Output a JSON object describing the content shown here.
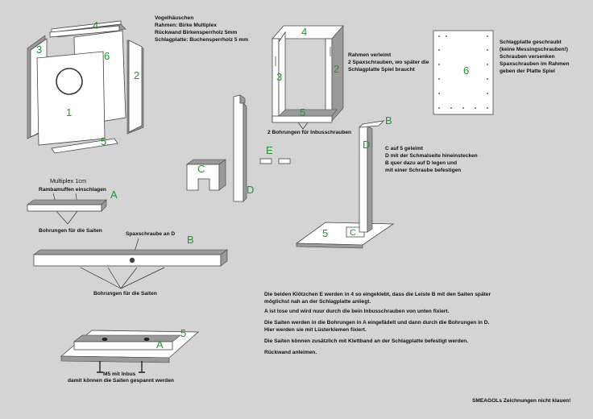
{
  "labels": {
    "n1": "1",
    "n2": "2",
    "n3": "3",
    "n4": "4",
    "n5": "5",
    "n6": "6",
    "A": "A",
    "B": "B",
    "C": "C",
    "D": "D",
    "E": "E"
  },
  "spec": {
    "title": "Vogelhäuschen",
    "l1": "Rahmen: Birke Multiplex",
    "l2": "Rückwand Birkensperrholz 5mm",
    "l3": "Schlagplatte: Buchensperrholz 5 mm"
  },
  "frame_note": {
    "l1": "Rahmen verleimt",
    "l2": "2 Spaxschrauben, wo später die",
    "l3": "Schlagplatte Spiel braucht"
  },
  "bore_inbus": "2 Bohrungen für Inbusschrauben",
  "plate_note": {
    "l1": "Schlagplatte geschraubt",
    "l2": "(keine Messingschrauben!)",
    "l3": "Schrauben versenken",
    "l4": "Spaxschrauben im Rahmen",
    "l5": "geben der Platte Spiel"
  },
  "glue_note": {
    "l1": "C auf 5 geleimt",
    "l2": "D mit der Schmalseite hineinstecken",
    "l3": "B quer dazu auf D legen und",
    "l4": "mit einer Schraube befestigen"
  },
  "partA": {
    "title": "Multiplex 1cm",
    "sub": "Rambamuffen einschlagen",
    "bore": "Bohrungen für die Saiten"
  },
  "partB": {
    "screw": "Spaxschraube an D",
    "bore": "Bohrungen für die Saiten"
  },
  "base_note": {
    "l1": "M5 mit Inbus",
    "l2": "damit können die Saiten gespannt werden"
  },
  "desc": {
    "p1a": "Die beiden Klötzchen E werden in 4 so eingeklebt, dass die Leiste  B mit den Saiten später",
    "p1b": "möglichst nah an der Schlagplatte anliegt.",
    "p2": "A ist lose und wird nuur durch die bein Inbusschrauben von unten fixiert.",
    "p3a": "Die Saiten werden in die Bohrungen in A eingefädelt und dann durch die Bohrungen in D.",
    "p3b": "Hier werden sie mit Lüsterklemen fixiert.",
    "p4": "Die Saiten können zusätzlich mit Klettband an der Schlagplatte befestigt werden.",
    "p5": "Rückwand anleimen."
  },
  "footer": "SMEAGOLs Zeichnungen nicht klauen!"
}
